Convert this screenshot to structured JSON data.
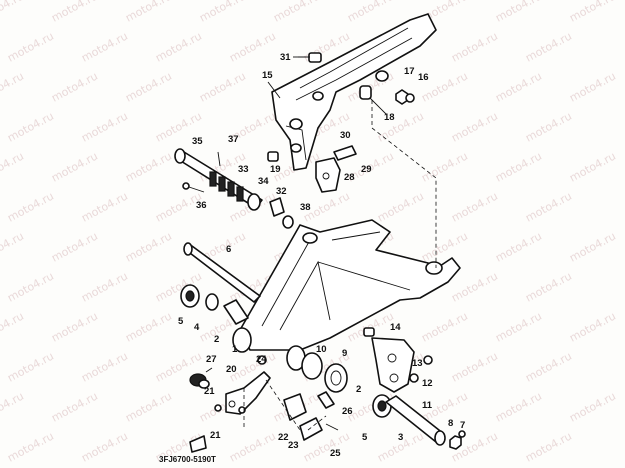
{
  "diagram": {
    "watermark_text": "moto4.ru",
    "drawing_code": "3FJ6700-5190T",
    "callouts": [
      {
        "id": "31",
        "label": "31"
      },
      {
        "id": "15",
        "label": "15"
      },
      {
        "id": "17",
        "label": "17"
      },
      {
        "id": "16",
        "label": "16"
      },
      {
        "id": "18",
        "label": "18"
      },
      {
        "id": "30",
        "label": "30"
      },
      {
        "id": "29",
        "label": "29"
      },
      {
        "id": "28",
        "label": "28"
      },
      {
        "id": "19",
        "label": "19"
      },
      {
        "id": "35",
        "label": "35"
      },
      {
        "id": "37",
        "label": "37"
      },
      {
        "id": "33",
        "label": "33"
      },
      {
        "id": "34",
        "label": "34"
      },
      {
        "id": "32",
        "label": "32"
      },
      {
        "id": "36",
        "label": "36"
      },
      {
        "id": "38",
        "label": "38"
      },
      {
        "id": "6",
        "label": "6"
      },
      {
        "id": "5",
        "label": "5"
      },
      {
        "id": "4",
        "label": "4"
      },
      {
        "id": "2",
        "label": "2"
      },
      {
        "id": "1",
        "label": "1"
      },
      {
        "id": "14",
        "label": "14"
      },
      {
        "id": "10",
        "label": "10"
      },
      {
        "id": "9",
        "label": "9"
      },
      {
        "id": "13",
        "label": "13"
      },
      {
        "id": "12",
        "label": "12"
      },
      {
        "id": "11",
        "label": "11"
      },
      {
        "id": "2b",
        "label": "2"
      },
      {
        "id": "24",
        "label": "24"
      },
      {
        "id": "27",
        "label": "27"
      },
      {
        "id": "20",
        "label": "20"
      },
      {
        "id": "21a",
        "label": "21"
      },
      {
        "id": "21b",
        "label": "21"
      },
      {
        "id": "22",
        "label": "22"
      },
      {
        "id": "23",
        "label": "23"
      },
      {
        "id": "25",
        "label": "25"
      },
      {
        "id": "26",
        "label": "26"
      },
      {
        "id": "5b",
        "label": "5"
      },
      {
        "id": "3",
        "label": "3"
      },
      {
        "id": "8",
        "label": "8"
      },
      {
        "id": "7",
        "label": "7"
      }
    ]
  }
}
